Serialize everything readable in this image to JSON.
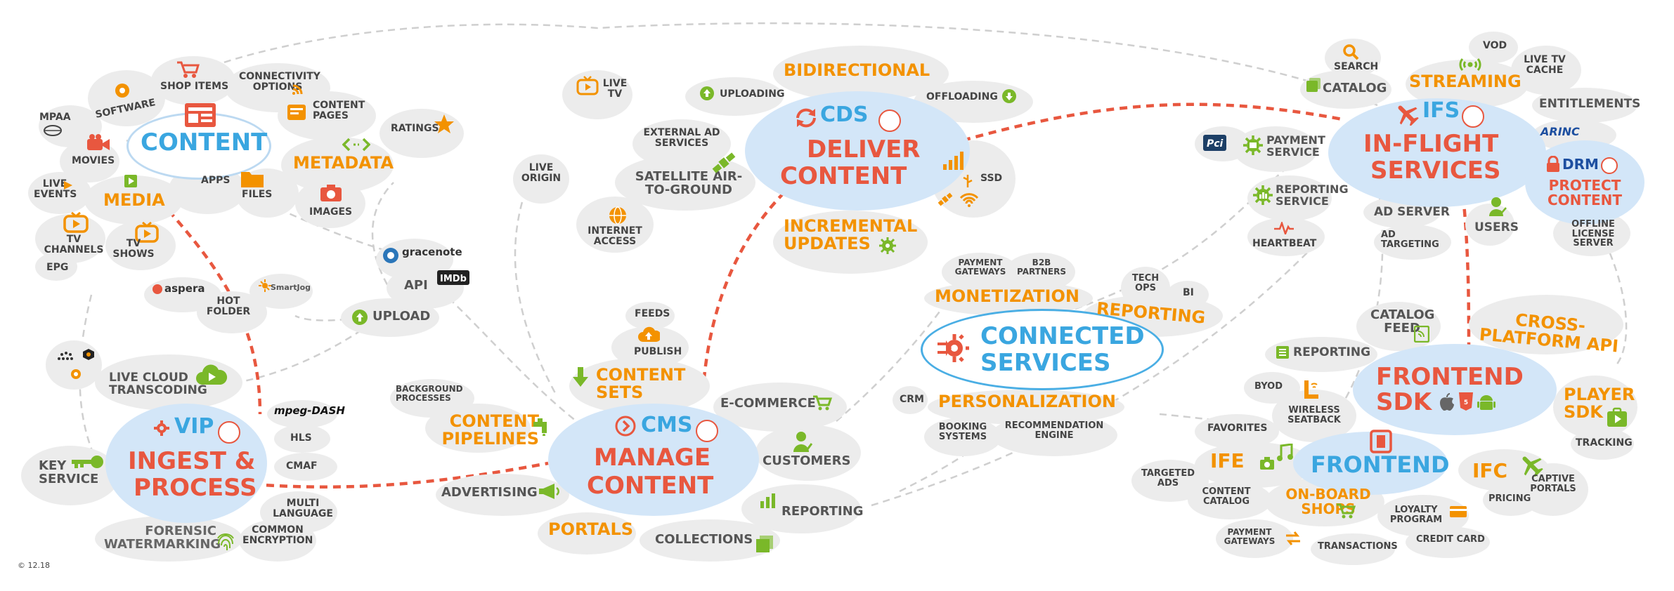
{
  "copyright": "© 12.18",
  "colors": {
    "orange": "#f39200",
    "blue": "#3aa6e0",
    "red": "#e8573f",
    "green": "#7ab829",
    "grey": "#555555"
  },
  "content": {
    "title": "CONTENT",
    "items": {
      "mpaa": "MPAA",
      "software": "SOFTWARE",
      "shop_items": "SHOP ITEMS",
      "connectivity": "CONNECTIVITY OPTIONS",
      "content_pages": "CONTENT PAGES",
      "ratings": "RATINGS",
      "movies": "MOVIES",
      "metadata": "METADATA",
      "apps": "APPS",
      "files": "FILES",
      "images": "IMAGES",
      "media": "MEDIA",
      "live_events": "LIVE EVENTS",
      "tv_channels": "TV CHANNELS",
      "tv_shows": "TV SHOWS",
      "epg": "EPG"
    }
  },
  "ingest": {
    "badge": "VIP",
    "title1": "INGEST &",
    "title2": "PROCESS",
    "items": {
      "aspera": "aspera",
      "hot_folder": "HOT FOLDER",
      "smartjog": "SmartJog",
      "gracenote": "gracenote",
      "api": "API",
      "imdb": "IMDb",
      "upload": "UPLOAD",
      "live_cloud": "LIVE CLOUD TRANSCODING",
      "mpeg_dash": "mpeg-DASH",
      "hls": "HLS",
      "cmaf": "CMAF",
      "key_service": "KEY SERVICE",
      "multi_language": "MULTI LANGUAGE",
      "forensic": "FORENSIC WATERMARKING",
      "common_encryption": "COMMON ENCRYPTION"
    }
  },
  "cms": {
    "badge": "CMS",
    "title1": "MANAGE",
    "title2": "CONTENT",
    "items": {
      "live_origin": "LIVE ORIGIN",
      "feeds": "FEEDS",
      "publish": "PUBLISH",
      "content_sets": "CONTENT SETS",
      "background": "BACKGROUND PROCESSES",
      "pipelines": "CONTENT PIPELINES",
      "ecommerce": "E-COMMERCE",
      "customers": "CUSTOMERS",
      "advertising": "ADVERTISING",
      "reporting": "REPORTING",
      "portals": "PORTALS",
      "collections": "COLLECTIONS"
    }
  },
  "cds": {
    "badge": "CDS",
    "title1": "DELIVER",
    "title2": "CONTENT",
    "items": {
      "live_tv": "LIVE TV",
      "bidirectional": "BIDIRECTIONAL",
      "uploading": "UPLOADING",
      "offloading": "OFFLOADING",
      "external_ad": "EXTERNAL AD SERVICES",
      "satellite": "SATELLITE AIR-TO-GROUND",
      "internet": "INTERNET ACCESS",
      "ssd": "SSD",
      "incremental": "INCREMENTAL UPDATES"
    }
  },
  "connected": {
    "title1": "CONNECTED",
    "title2": "SERVICES",
    "items": {
      "payment_gateways": "PAYMENT GATEWAYS",
      "b2b": "B2B PARTNERS",
      "tech_ops": "TECH OPS",
      "bi": "BI",
      "monetization": "MONETIZATION",
      "reporting": "REPORTING",
      "crm": "CRM",
      "personalization": "PERSONALIZATION",
      "booking": "BOOKING SYSTEMS",
      "recommendation": "RECOMMENDATION ENGINE"
    }
  },
  "ifs": {
    "badge": "IFS",
    "title1": "IN-FLIGHT",
    "title2": "SERVICES",
    "items": {
      "search": "SEARCH",
      "catalog": "CATALOG",
      "streaming": "STREAMING",
      "vod": "VOD",
      "live_tv_cache": "LIVE TV CACHE",
      "entitlements": "ENTITLEMENTS",
      "arinc": "ARINC",
      "pci": "Pci",
      "payment_service": "PAYMENT SERVICE",
      "reporting_service": "REPORTING SERVICE",
      "ad_server": "AD SERVER",
      "ad_targeting": "AD TARGETING",
      "heartbeat": "HEARTBEAT",
      "drm": "DRM",
      "protect": "PROTECT CONTENT",
      "users": "USERS",
      "offline_license": "OFFLINE LICENSE SERVER"
    }
  },
  "frontend": {
    "sdk_title1": "FRONTEND",
    "sdk_title2": "SDK",
    "title": "FRONTEND",
    "items": {
      "catalog_feed": "CATALOG FEED",
      "cross_platform": "CROSS-PLATFORM API",
      "reporting": "REPORTING",
      "player_sdk": "PLAYER SDK",
      "byod": "BYOD",
      "wireless": "WIRELESS SEATBACK",
      "tracking": "TRACKING",
      "favorites": "FAVORITES",
      "ife": "IFE",
      "ifc": "IFC",
      "targeted_ads": "TARGETED ADS",
      "content_catalog": "CONTENT CATALOG",
      "onboard": "ON-BOARD SHOPS",
      "loyalty": "LOYALTY PROGRAM",
      "pricing": "PRICING",
      "captive": "CAPTIVE PORTALS",
      "payment_gateways": "PAYMENT GATEWAYS",
      "transactions": "TRANSACTIONS",
      "credit_card": "CREDIT CARD"
    }
  }
}
